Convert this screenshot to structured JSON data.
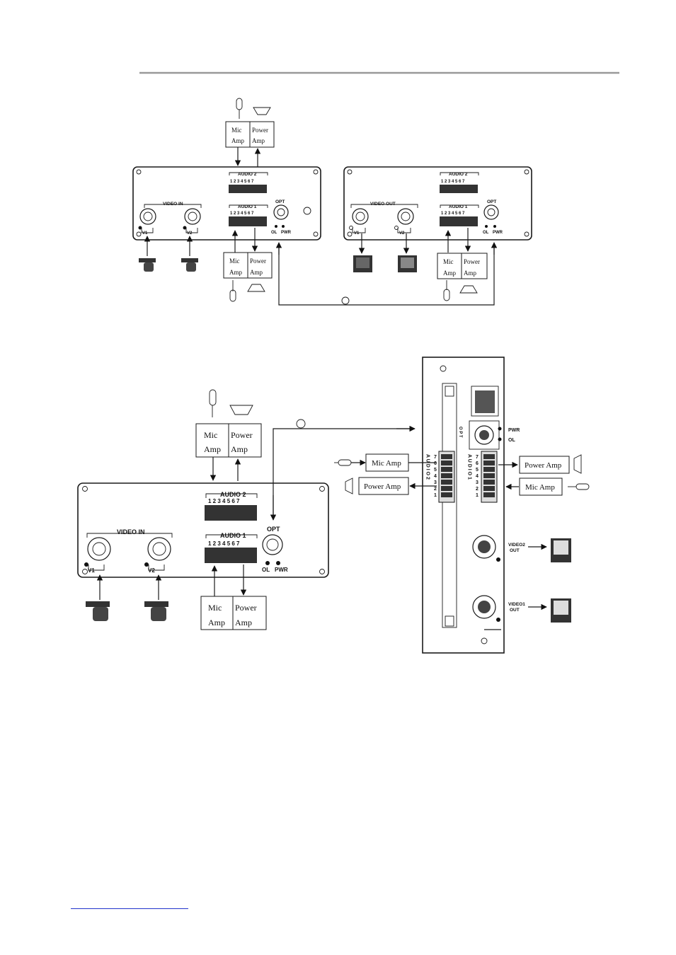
{
  "diagram1": {
    "left_unit": {
      "audio2_label": "AUDIO 2",
      "audio1_label": "AUDIO 1",
      "terminal_numbers": "1 2 3 4 5 6 7",
      "video_label": "VIDEO IN",
      "opt_label": "OPT",
      "ol_label": "OL",
      "pwr_label": "PWR",
      "v1_label": "V1",
      "v2_label": "V2"
    },
    "right_unit": {
      "audio2_label": "AUDIO 2",
      "audio1_label": "AUDIO 1",
      "terminal_numbers": "1 2 3 4 5 6 7",
      "video_label": "VIDEO OUT",
      "opt_label": "OPT",
      "ol_label": "OL",
      "pwr_label": "PWR",
      "v1_label": "V1",
      "v2_label": "V2"
    },
    "top_mic_amp": [
      "Mic",
      "Amp"
    ],
    "top_power_amp": [
      "Power",
      "Amp"
    ],
    "bottom_left_mic_amp": [
      "Mic",
      "Amp"
    ],
    "bottom_left_power_amp": [
      "Power",
      "Amp"
    ],
    "bottom_right_mic_amp": [
      "Mic",
      "Amp"
    ],
    "bottom_right_power_amp": [
      "Power",
      "Amp"
    ]
  },
  "diagram2": {
    "left_unit": {
      "audio2_label": "AUDIO 2",
      "audio1_label": "AUDIO 1",
      "terminal_numbers": "1 2 3 4 5 6 7",
      "video_label": "VIDEO IN",
      "opt_label": "OPT",
      "ol_label": "OL",
      "pwr_label": "PWR",
      "v1_label": "V1",
      "v2_label": "V2"
    },
    "top_mic_amp": [
      "Mic",
      "Amp"
    ],
    "top_power_amp": [
      "Power",
      "Amp"
    ],
    "bottom_mic_amp": [
      "Mic",
      "Amp"
    ],
    "bottom_power_amp": [
      "Power",
      "Amp"
    ],
    "rack": {
      "pwr_label": "PWR",
      "ol_label": "OL",
      "opt_label": "O P T",
      "audio2_label": "A U D I O 2",
      "audio1_label": "A U D I O 1",
      "terminal_numbers": [
        "7",
        "6",
        "5",
        "4",
        "3",
        "2",
        "1"
      ],
      "video2_label": [
        "VIDEO2",
        "OUT"
      ],
      "video1_label": [
        "VIDEO1",
        "OUT"
      ]
    },
    "mic_amp_a2": "Mic Amp",
    "power_amp_a2": "Power Amp",
    "power_amp_a1": "Power Amp",
    "mic_amp_a1": "Mic Amp"
  }
}
